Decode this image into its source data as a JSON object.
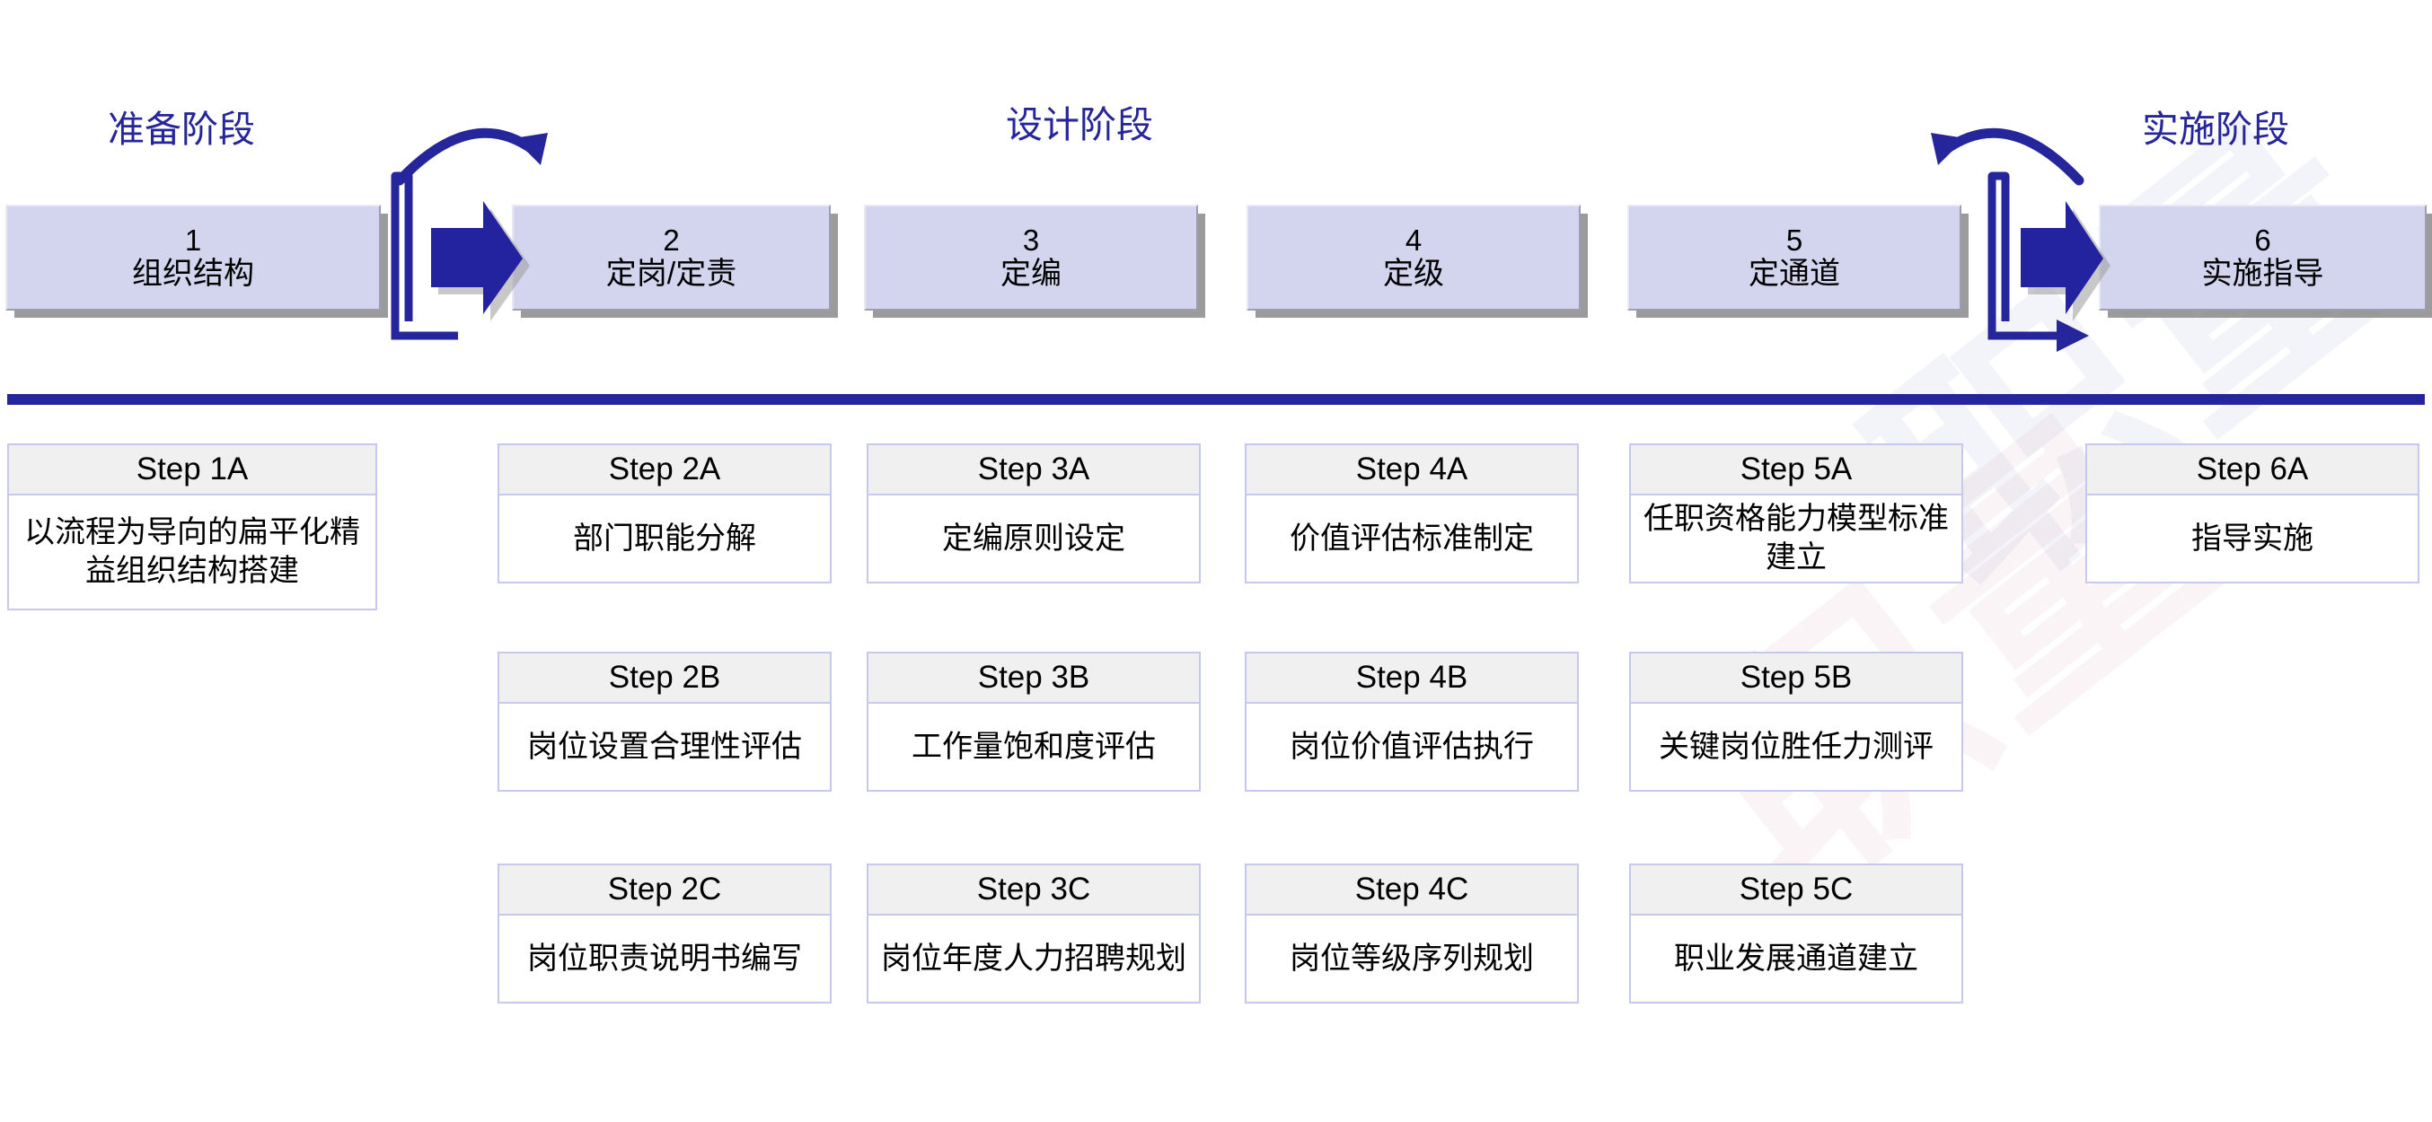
{
  "diagram": {
    "title_color": "#26269a",
    "box_fill": "#d3d5ee",
    "divider_color": "#25259c",
    "card_header_fill": "#f0f0f0",
    "card_border_color": "#c6c9ec",
    "watermark_text": "职量"
  },
  "stages": [
    {
      "name": "stage-prepare",
      "label": "准备阶段"
    },
    {
      "name": "stage-design",
      "label": "设计阶段"
    },
    {
      "name": "stage-implement",
      "label": "实施阶段"
    }
  ],
  "phases": [
    {
      "num": "1",
      "label": "组织结构"
    },
    {
      "num": "2",
      "label": "定岗/定责"
    },
    {
      "num": "3",
      "label": "定编"
    },
    {
      "num": "4",
      "label": "定级"
    },
    {
      "num": "5",
      "label": "定通道"
    },
    {
      "num": "6",
      "label": "实施指导"
    }
  ],
  "connectors": [
    {
      "name": "connector-1-to-2",
      "direction": "right"
    },
    {
      "name": "connector-5-to-6",
      "direction": "left"
    }
  ],
  "columns": [
    {
      "name": "column-1",
      "cards": [
        {
          "head": "Step 1A",
          "body": "以流程为导向的扁平化精益组织结构搭建"
        }
      ]
    },
    {
      "name": "column-2",
      "cards": [
        {
          "head": "Step 2A",
          "body": "部门职能分解"
        },
        {
          "head": "Step 2B",
          "body": "岗位设置合理性评估"
        },
        {
          "head": "Step 2C",
          "body": "岗位职责说明书编写"
        }
      ]
    },
    {
      "name": "column-3",
      "cards": [
        {
          "head": "Step 3A",
          "body": "定编原则设定"
        },
        {
          "head": "Step 3B",
          "body": "工作量饱和度评估"
        },
        {
          "head": "Step 3C",
          "body": "岗位年度人力招聘规划"
        }
      ]
    },
    {
      "name": "column-4",
      "cards": [
        {
          "head": "Step 4A",
          "body": "价值评估标准制定"
        },
        {
          "head": "Step 4B",
          "body": "岗位价值评估执行"
        },
        {
          "head": "Step 4C",
          "body": "岗位等级序列规划"
        }
      ]
    },
    {
      "name": "column-5",
      "cards": [
        {
          "head": "Step 5A",
          "body": "任职资格能力模型标准建立"
        },
        {
          "head": "Step 5B",
          "body": "关键岗位胜任力测评"
        },
        {
          "head": "Step 5C",
          "body": "职业发展通道建立"
        }
      ]
    },
    {
      "name": "column-6",
      "cards": [
        {
          "head": "Step 6A",
          "body": "指导实施"
        }
      ]
    }
  ]
}
